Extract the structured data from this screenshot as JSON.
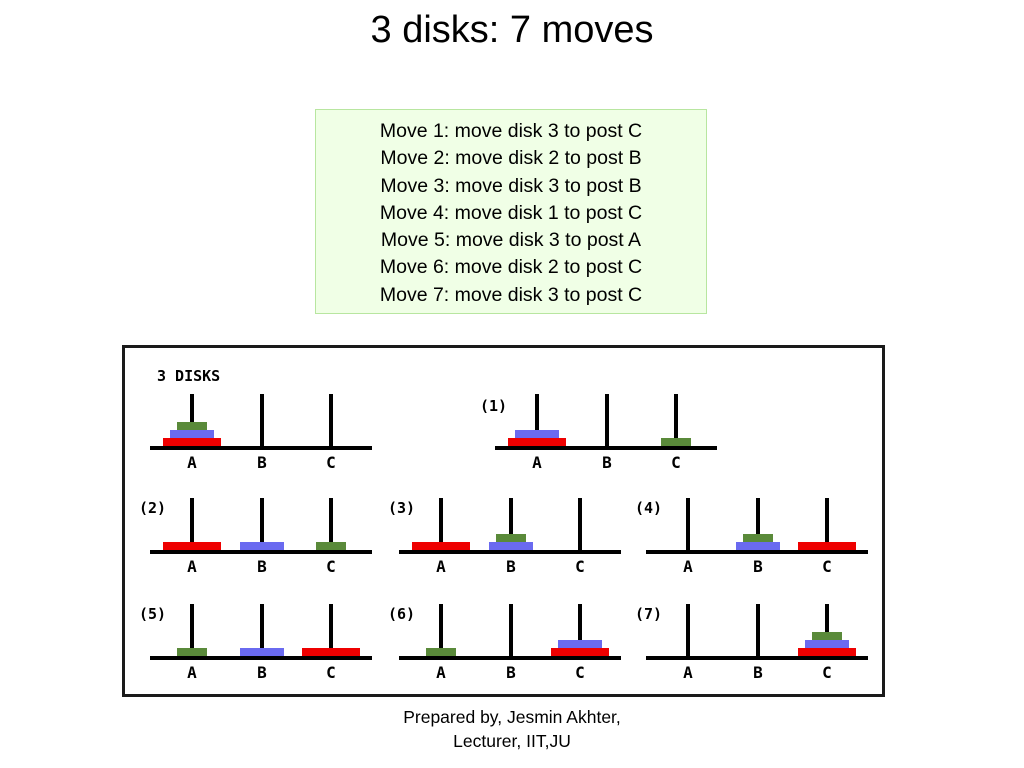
{
  "page": {
    "title": "3 disks: 7 moves",
    "footer_line1": "Prepared by, Jesmin Akhter,",
    "footer_line2": "Lecturer, IIT,JU"
  },
  "moves": [
    "Move 1: move disk 3 to post C",
    "Move 2: move disk 2 to post B",
    "Move 3: move disk 3 to post B",
    "Move 4: move disk 1 to post C",
    "Move 5: move disk 3 to post A",
    "Move 6: move disk 2 to post C",
    "Move 7: move disk 3 to post C"
  ],
  "peg_names": [
    "A",
    "B",
    "C"
  ],
  "disk_colors": {
    "1": "#ee0000",
    "2": "#6a6af0",
    "3": "#5a8a3a"
  },
  "panels": [
    {
      "label": "3 DISKS",
      "pegs": [
        [
          1,
          2,
          3
        ],
        [],
        []
      ]
    },
    {
      "label": "(1)",
      "pegs": [
        [
          1,
          2
        ],
        [],
        [
          3
        ]
      ]
    },
    {
      "label": "(2)",
      "pegs": [
        [
          1
        ],
        [
          2
        ],
        [
          3
        ]
      ]
    },
    {
      "label": "(3)",
      "pegs": [
        [
          1
        ],
        [
          2,
          3
        ],
        []
      ]
    },
    {
      "label": "(4)",
      "pegs": [
        [],
        [
          2,
          3
        ],
        [
          1
        ]
      ]
    },
    {
      "label": "(5)",
      "pegs": [
        [
          3
        ],
        [
          2
        ],
        [
          1
        ]
      ]
    },
    {
      "label": "(6)",
      "pegs": [
        [
          3
        ],
        [],
        [
          1,
          2
        ]
      ]
    },
    {
      "label": "(7)",
      "pegs": [
        [],
        [],
        [
          1,
          2,
          3
        ]
      ]
    }
  ]
}
